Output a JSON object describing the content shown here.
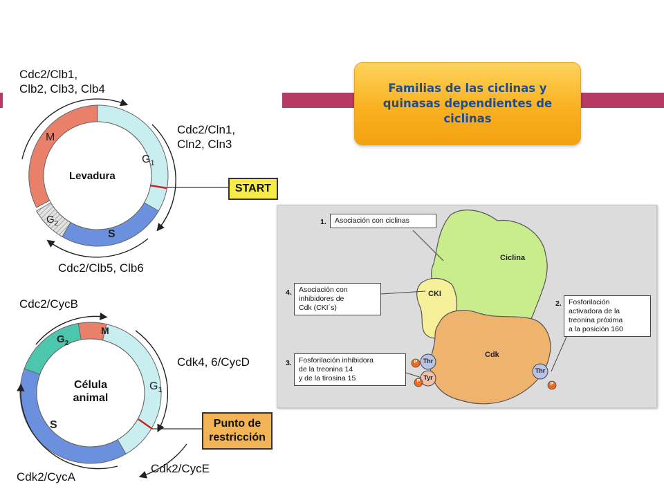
{
  "title": "Familias de las ciclinas y quinasas dependientes de ciclinas",
  "colors": {
    "band": "#b63b63",
    "title_gradient_top": "#ffd35c",
    "title_gradient_bottom": "#f3a20f",
    "title_text": "#1f4c8f",
    "phase_M": "#e8806a",
    "phase_G1": "#c8eef0",
    "phase_S": "#6a90de",
    "phase_G2_yeast": "#d8d8d8",
    "phase_G2_animal": "#4cc7ae",
    "start_box": "#f7ec47",
    "restriction_box": "#f2b456",
    "ciclina": "#c9ec8d",
    "cki": "#f7f09a",
    "cdk": "#eeb36c"
  },
  "yeast_cycle": {
    "center_label": "Levadura",
    "phase_M": "M",
    "phase_G1": "G",
    "phase_G1_sub": "1",
    "phase_G2": "G",
    "phase_G2_sub": "2",
    "phase_S": "S",
    "label_top_line1": "Cdc2/Clb1,",
    "label_top_line2": "Clb2, Clb3, Clb4",
    "label_right_line1": "Cdc2/Cln1,",
    "label_right_line2": "Cln2, Cln3",
    "label_bottom": "Cdc2/Clb5, Clb6",
    "checkpoint": "START"
  },
  "animal_cycle": {
    "center_label_line1": "Célula",
    "center_label_line2": "animal",
    "phase_M": "M",
    "phase_G1": "G",
    "phase_G1_sub": "1",
    "phase_G2": "G",
    "phase_G2_sub": "2",
    "phase_S": "S",
    "label_top": "Cdc2/CycB",
    "label_right": "Cdk4, 6/CycD",
    "label_bottom_left": "Cdk2/CycA",
    "label_bottom_right": "Cdk2/CycE",
    "checkpoint_line1": "Punto de",
    "checkpoint_line2": "restricción"
  },
  "regulation_panel": {
    "callout1_num": "1.",
    "callout1_text": "Asociación con ciclinas",
    "callout2_num": "2.",
    "callout2_line1": "Fosforilación",
    "callout2_line2": "activadora de la",
    "callout2_line3": "treonina próxima",
    "callout2_line4": "a la posición 160",
    "callout3_num": "3.",
    "callout3_line1": "Fosforilación inhibidora",
    "callout3_line2": "de la treonina 14",
    "callout3_line3": "y de la tirosina 15",
    "callout4_num": "4.",
    "callout4_line1": "Asociación con",
    "callout4_line2": "inhibidores de",
    "callout4_line3": "Cdk (CKI´s)",
    "ciclina_label": "Ciclina",
    "cki_label": "CKI",
    "cdk_label": "Cdk",
    "thr_label": "Thr",
    "tyr_label": "Tyr",
    "phosphate_label": "P"
  }
}
